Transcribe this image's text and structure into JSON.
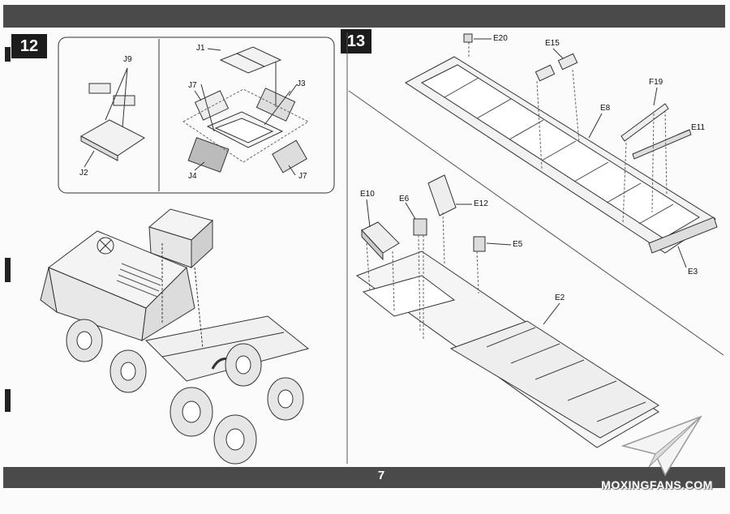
{
  "page_number": "7",
  "steps": {
    "step12": {
      "number": "12"
    },
    "step13": {
      "number": "13"
    }
  },
  "parts_step12": {
    "j9": "J9",
    "j2": "J2",
    "j1": "J1",
    "j7a": "J7",
    "j3": "J3",
    "j4": "J4",
    "j7b": "J7"
  },
  "parts_step13": {
    "e20": "E20",
    "e15": "E15",
    "e8": "E8",
    "f19": "F19",
    "e11": "E11",
    "e3": "E3",
    "e10": "E10",
    "e6": "E6",
    "e12": "E12",
    "e5": "E5",
    "e2": "E2"
  },
  "watermark": "MOXINGFANS.COM",
  "colors": {
    "bar": "#4a4a4a",
    "step_box": "#1c1c1c",
    "line": "#333333"
  }
}
